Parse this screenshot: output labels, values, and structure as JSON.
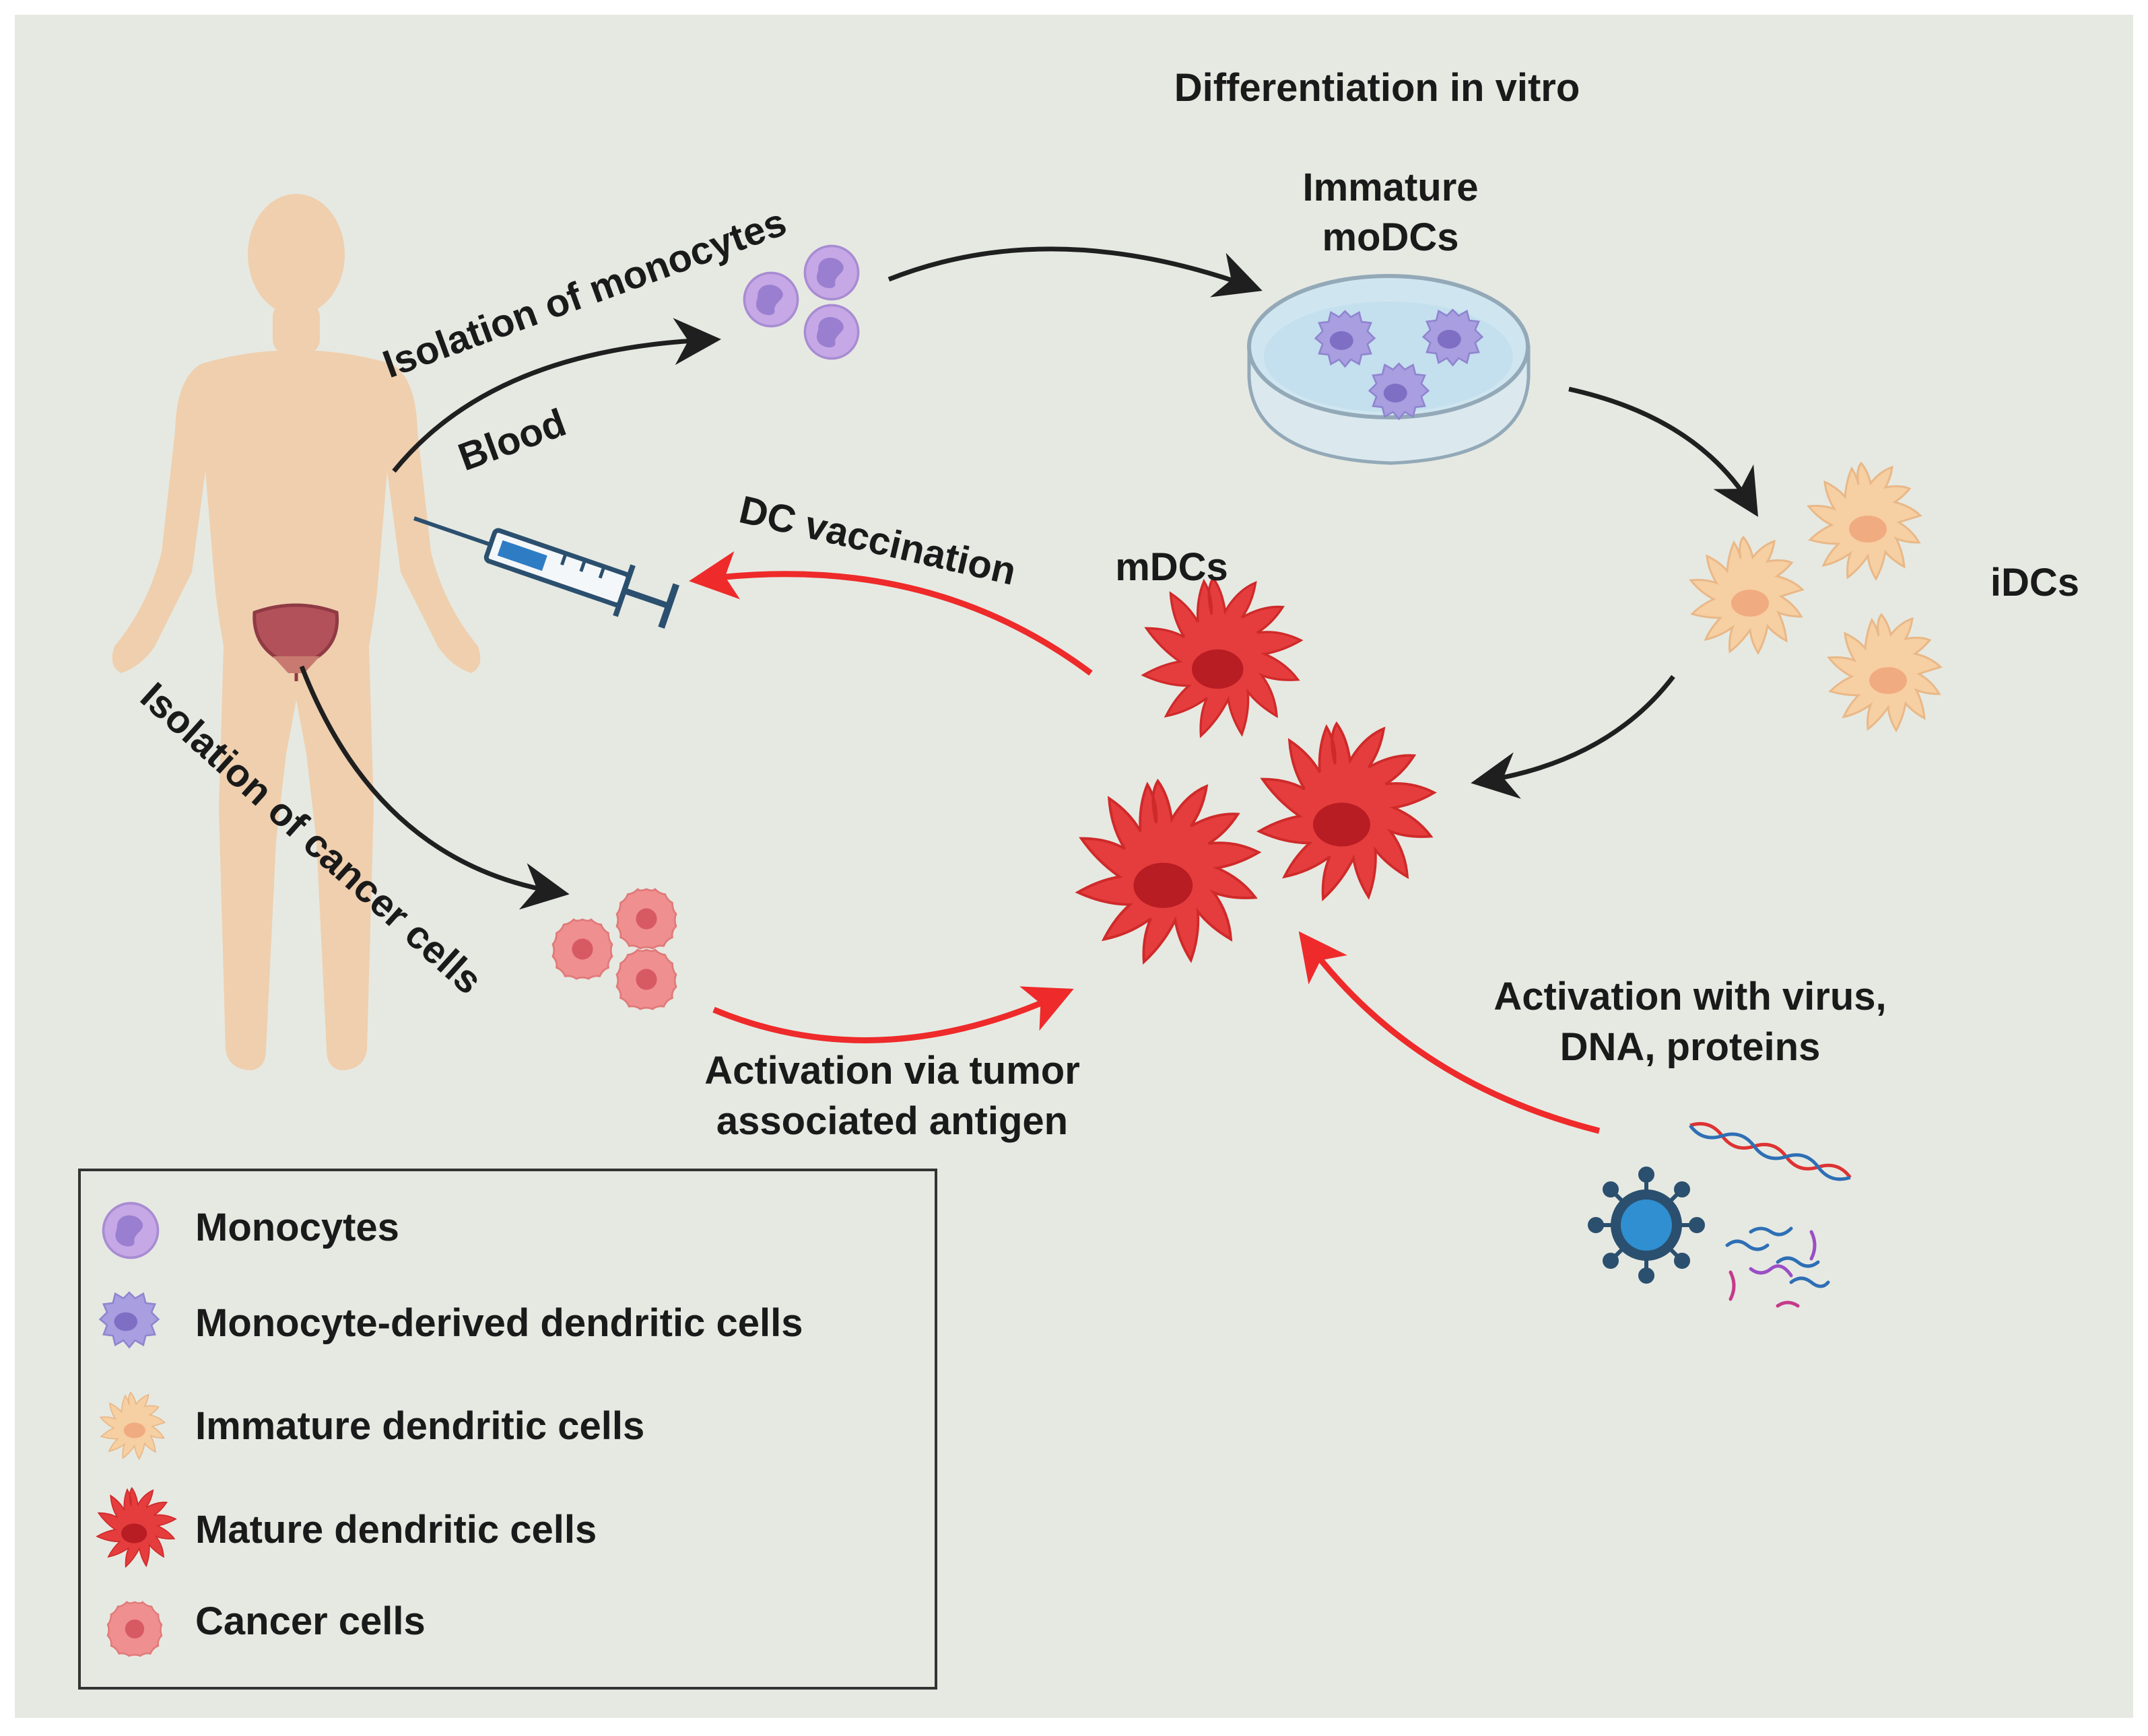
{
  "labels": {
    "differentiation": "Differentiation in vitro",
    "immature_line1": "Immature",
    "immature_line2": "moDCs",
    "isolation_monocytes": "Isolation of monocytes",
    "blood": "Blood",
    "dc_vaccination": "DC vaccination",
    "mdcs": "mDCs",
    "idcs": "iDCs",
    "isolation_cancer": "Isolation of cancer cells",
    "activation_tumor_line1": "Activation via tumor",
    "activation_tumor_line2": "associated antigen",
    "activation_virus_line1": "Activation with virus,",
    "activation_virus_line2": "DNA, proteins"
  },
  "legend": {
    "items": [
      {
        "label": "Monocytes",
        "icon": "monocyte-icon"
      },
      {
        "label": "Monocyte-derived dendritic cells",
        "icon": "modc-icon"
      },
      {
        "label": "Immature dendritic cells",
        "icon": "idc-icon"
      },
      {
        "label": "Mature dendritic cells",
        "icon": "mdc-icon"
      },
      {
        "label": "Cancer cells",
        "icon": "cancer-cell-icon"
      }
    ]
  },
  "colors": {
    "background": "#e6e9e2",
    "black_arrow": "#1f1f1f",
    "red_arrow": "#ee2a2a",
    "monocyte": "#c6a8e6",
    "modc": "#a89ee0",
    "idc": "#f6cfa2",
    "mdc": "#e53d3d",
    "cancer": "#f08f8f",
    "body": "#efcfae",
    "virus": "#2f8fd0"
  }
}
